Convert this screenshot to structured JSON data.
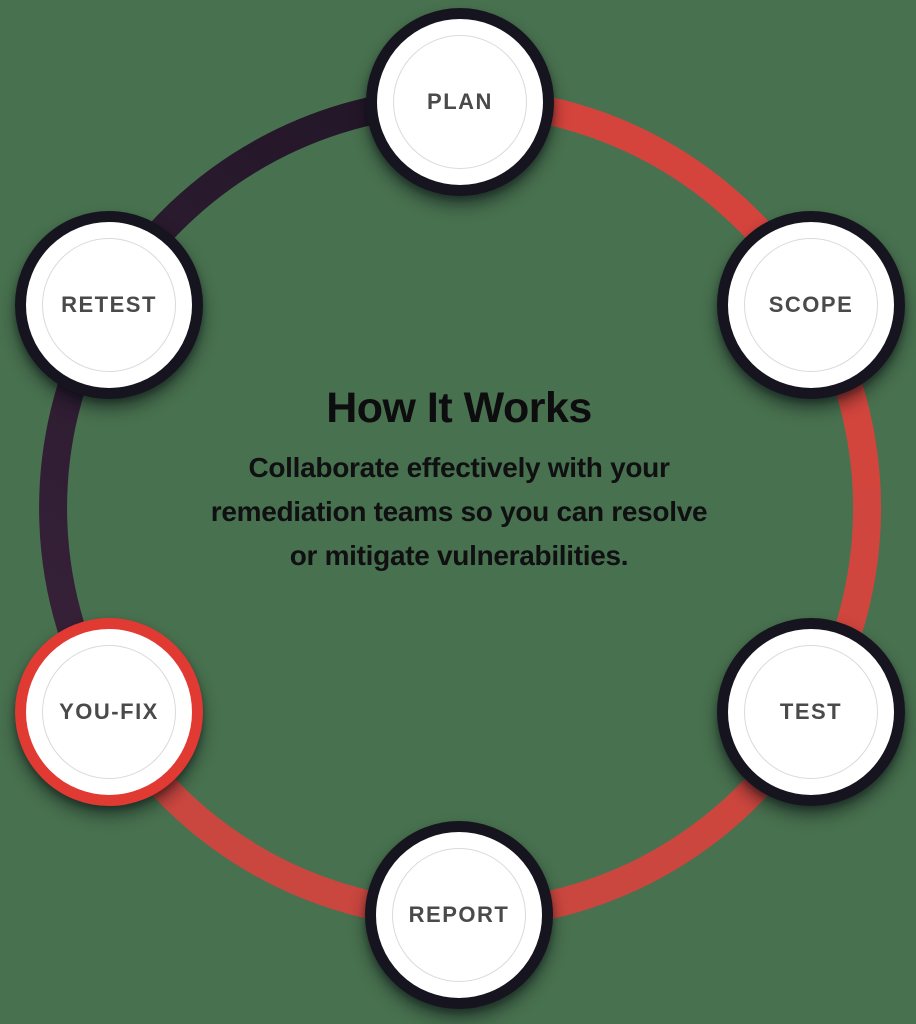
{
  "page": {
    "background_color": "#48714F"
  },
  "center": {
    "title": "How It Works",
    "subtitle_lines": [
      "Collaborate effectively with your",
      "remediation teams so you can resolve",
      "or mitigate vulnerabilities."
    ],
    "text_color": "#0D0D0F"
  },
  "ring": {
    "dark_arc_color_start": "#221627",
    "dark_arc_color_end": "#372139",
    "red_arc_color_start": "#D5443C",
    "red_arc_color_end": "#C9473F"
  },
  "nodes": [
    {
      "label": "PLAN",
      "position": "top",
      "border_color": "#16151F",
      "highlighted": false
    },
    {
      "label": "SCOPE",
      "position": "upper-right",
      "border_color": "#16151F",
      "highlighted": false
    },
    {
      "label": "TEST",
      "position": "lower-right",
      "border_color": "#16151F",
      "highlighted": false
    },
    {
      "label": "REPORT",
      "position": "bottom",
      "border_color": "#16151F",
      "highlighted": false
    },
    {
      "label": "YOU-FIX",
      "position": "lower-left",
      "border_color": "#E03A33",
      "highlighted": true
    },
    {
      "label": "RETEST",
      "position": "upper-left",
      "border_color": "#16151F",
      "highlighted": false
    }
  ],
  "node_style": {
    "fill_color": "#FFFFFF",
    "label_color": "#4A4A4A",
    "inner_ring_color": "#DADADA"
  }
}
